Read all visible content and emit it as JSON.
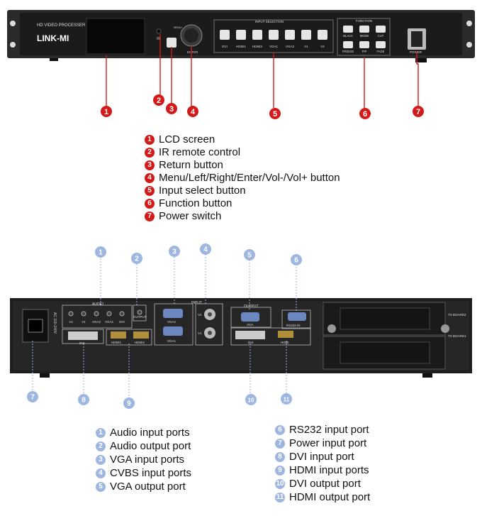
{
  "colors": {
    "red": "#d31a1a",
    "blue": "#9fb6e0",
    "panel": "#1c1c1c",
    "rack": "#2a2a2a"
  },
  "front": {
    "model": "HD VIDEO PROCESSER",
    "brand": "LINK-MI",
    "ir_label": "IR",
    "menu_label": "MENU",
    "enter_label": "ENTER",
    "input_selection_title": "INPUT SELECTION",
    "inputs": [
      "DVI",
      "HDMI1",
      "HDMI2",
      "VGA1",
      "VGA2",
      "V1",
      "V2"
    ],
    "function_title": "FUNCTION",
    "functions": [
      "BLACK",
      "MODE",
      "CUT",
      "FREEZE",
      "PIP",
      "FADE"
    ],
    "power_label": "POWER",
    "callouts": [
      "1",
      "2",
      "3",
      "4",
      "5",
      "6",
      "7"
    ]
  },
  "front_legend": [
    {
      "n": "1",
      "text": "LCD screen"
    },
    {
      "n": "2",
      "text": "IR remote control"
    },
    {
      "n": "3",
      "text": "Return button"
    },
    {
      "n": "4",
      "text": "Menu/Left/Right/Enter/Vol-/Vol+ button"
    },
    {
      "n": "5",
      "text": "Input select button"
    },
    {
      "n": "6",
      "text": "Function button"
    },
    {
      "n": "7",
      "text": "Power switch"
    }
  ],
  "rear": {
    "audio_label": "AUDIO",
    "audio_ports": [
      "V2",
      "V1",
      "VGA2",
      "VGA1",
      "DVI"
    ],
    "output_label": "OUTPUT",
    "ac_label": "AC 100-240V",
    "dvi_in": "DVI",
    "hdmi_in": [
      "HDMI1",
      "HDMI2"
    ],
    "input_label": "INPUT",
    "vga_in": [
      "VGA2",
      "VGA1"
    ],
    "cvbs": [
      "V2",
      "V1"
    ],
    "output_title": "OUTPUT",
    "vga_out": "VGA",
    "dvi_out": "DVI",
    "hdmi_out": "HDMI",
    "rs232": "RS232 IN",
    "tx2": "TX BOARD2",
    "tx1": "TX BOARD1",
    "callouts": [
      "1",
      "2",
      "3",
      "4",
      "5",
      "6",
      "7",
      "8",
      "9",
      "10",
      "11"
    ]
  },
  "rear_legend_left": [
    {
      "n": "1",
      "text": "Audio input ports"
    },
    {
      "n": "2",
      "text": "Audio output port"
    },
    {
      "n": "3",
      "text": "VGA input ports"
    },
    {
      "n": "4",
      "text": "CVBS input ports"
    },
    {
      "n": "5",
      "text": "VGA output port"
    }
  ],
  "rear_legend_right": [
    {
      "n": "6",
      "text": "RS232 input port"
    },
    {
      "n": "7",
      "text": "Power input port"
    },
    {
      "n": "8",
      "text": "DVI input port"
    },
    {
      "n": "9",
      "text": "HDMI input ports"
    },
    {
      "n": "10",
      "text": "DVI output port"
    },
    {
      "n": "11",
      "text": "HDMI output port"
    }
  ]
}
